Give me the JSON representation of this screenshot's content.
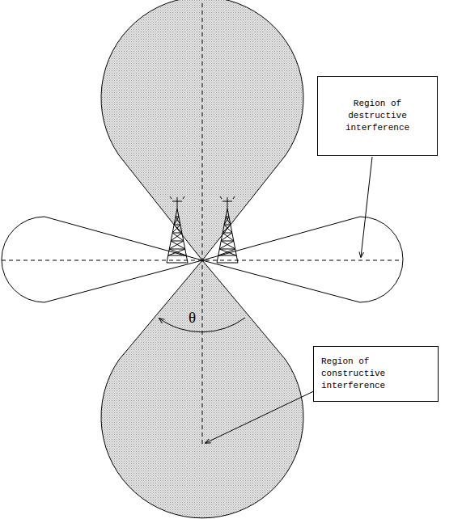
{
  "diagram": {
    "nodes": [
      {
        "text": [
          "Region of destructive interference"
        ]
      },
      {
        "text": [
          "Region of constructive interference"
        ]
      }
    ],
    "labels": [
      "θ"
    ]
  }
}
